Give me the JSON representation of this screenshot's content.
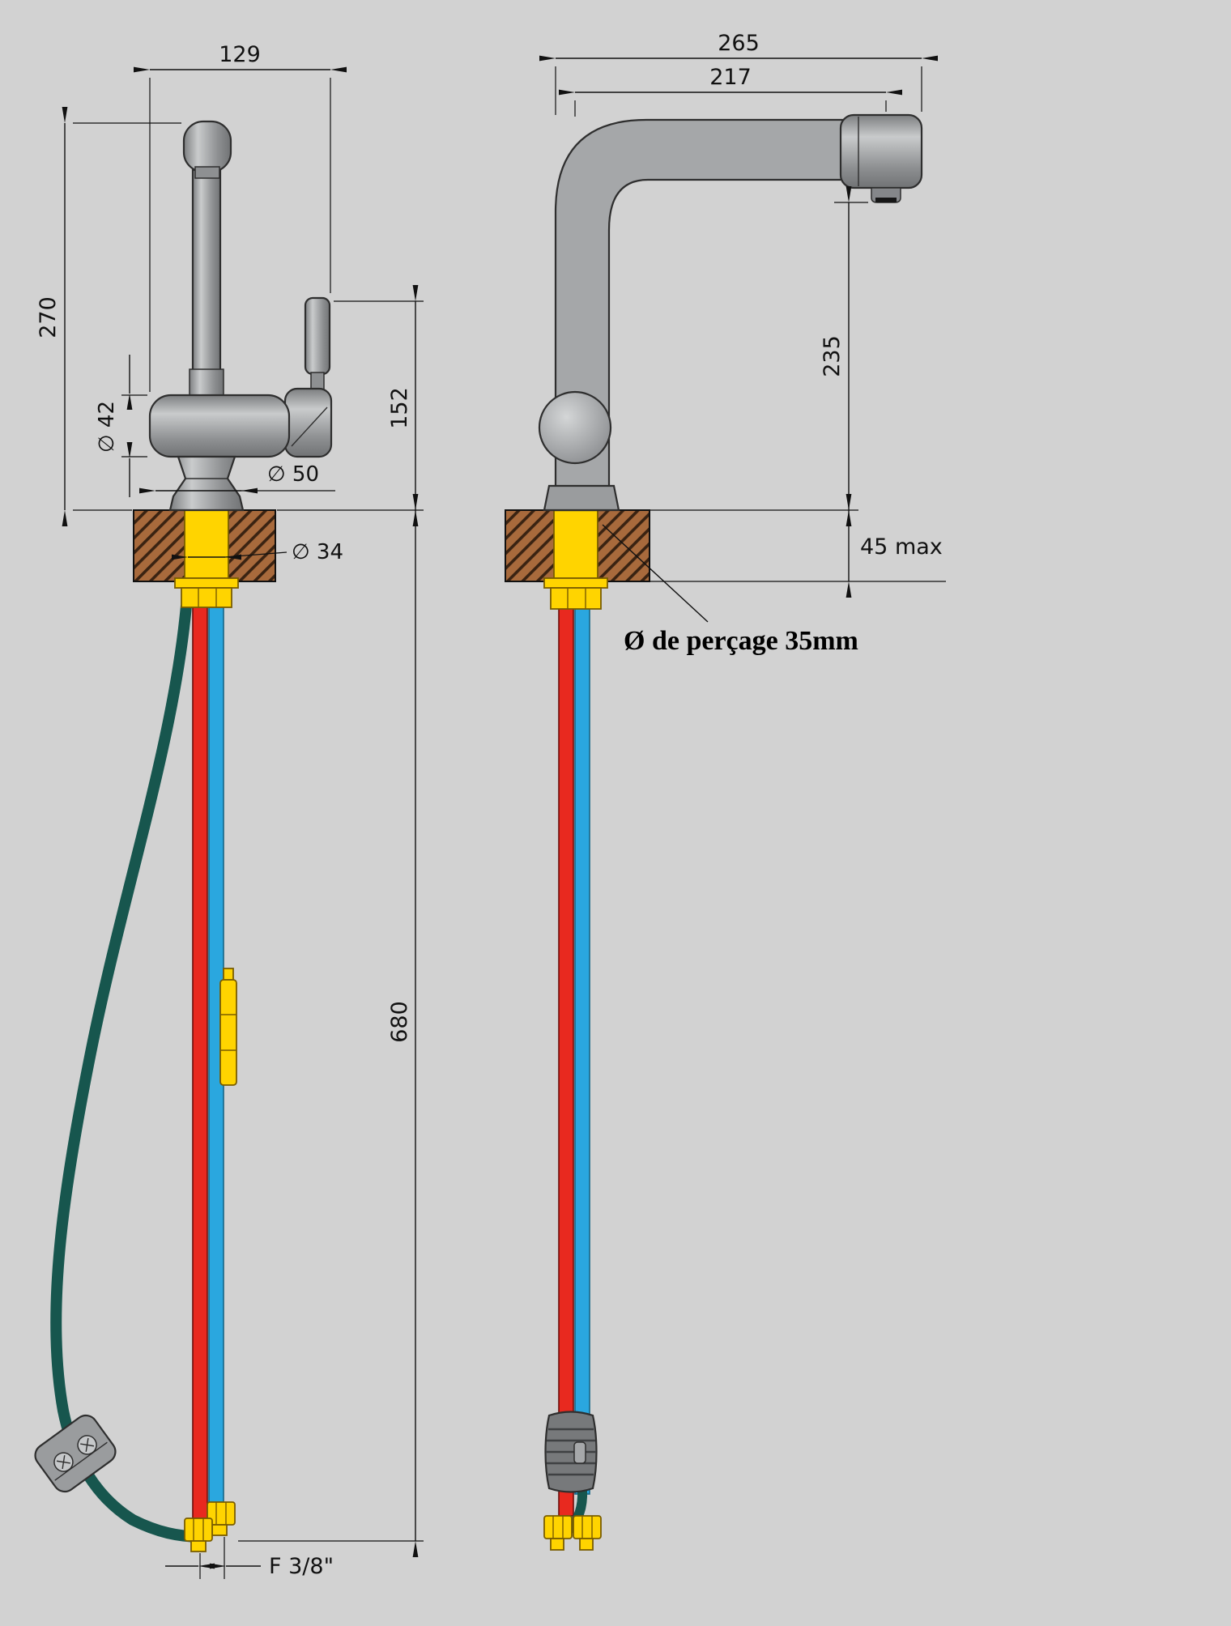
{
  "colors": {
    "background": "#d2d2d2",
    "hot": "#e8291f",
    "cold": "#2aa7df",
    "hose": "#17564e",
    "brass": "#ffd400",
    "wood": "#a86a3c",
    "wood_line": "#3a2312",
    "metal": "#a6a8aa",
    "line": "#111111"
  },
  "front_view": {
    "dim_width": "129",
    "dim_height": "270",
    "dim_body_dia": "∅ 42",
    "dim_base_dia": "∅ 50",
    "dim_lever_height": "152",
    "dim_shank_dia": "∅ 34",
    "dim_hose_length": "680",
    "dim_thread": "F 3/8\""
  },
  "side_view": {
    "dim_depth": "265",
    "dim_reach": "217",
    "dim_spout_height": "235",
    "dim_deck_thickness": "45 max",
    "drill_note": "Ø de perçage 35mm"
  }
}
